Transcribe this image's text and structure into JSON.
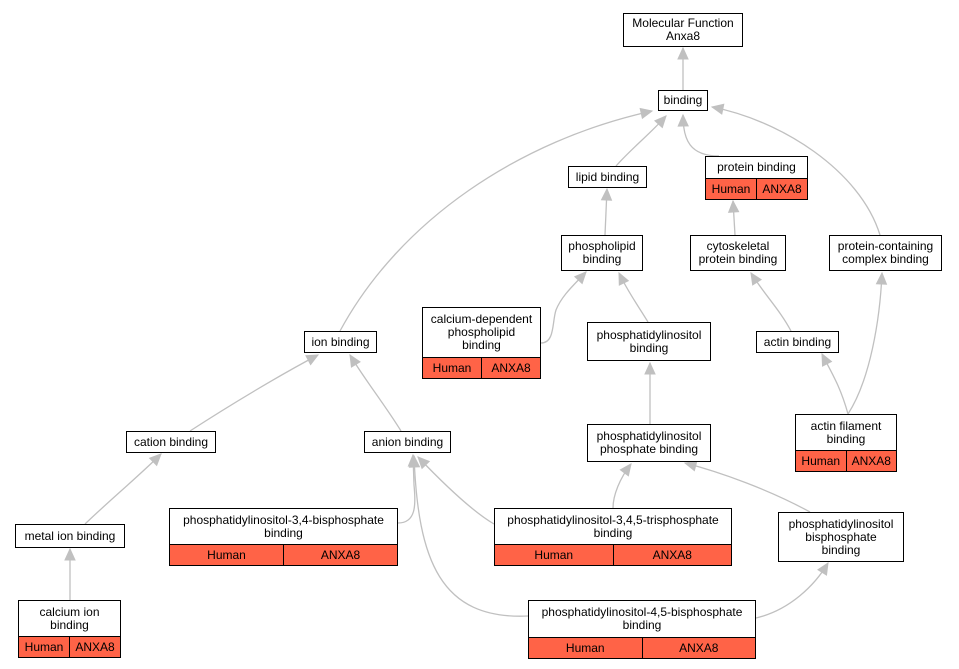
{
  "nodes": {
    "molecular_function": {
      "label": "Molecular Function\nAnxa8"
    },
    "binding": {
      "label": "binding"
    },
    "lipid_binding": {
      "label": "lipid binding"
    },
    "protein_binding": {
      "label": "protein binding",
      "species": "Human",
      "gene": "ANXA8"
    },
    "phospholipid_binding": {
      "label": "phospholipid\nbinding"
    },
    "cytoskeletal_protein_binding": {
      "label": "cytoskeletal\nprotein binding"
    },
    "protein_containing_complex_binding": {
      "label": "protein-containing\ncomplex binding"
    },
    "calcium_dependent_phospholipid_binding": {
      "label": "calcium-dependent\nphospholipid\nbinding",
      "species": "Human",
      "gene": "ANXA8"
    },
    "phosphatidylinositol_binding": {
      "label": "phosphatidylinositol\nbinding"
    },
    "ion_binding": {
      "label": "ion binding"
    },
    "actin_binding": {
      "label": "actin binding"
    },
    "actin_filament_binding": {
      "label": "actin filament\nbinding",
      "species": "Human",
      "gene": "ANXA8"
    },
    "cation_binding": {
      "label": "cation binding"
    },
    "anion_binding": {
      "label": "anion binding"
    },
    "phosphatidylinositol_phosphate_binding": {
      "label": "phosphatidylinositol\nphosphate binding"
    },
    "pi34_bisphosphate_binding": {
      "label": "phosphatidylinositol-3,4-bisphosphate\nbinding",
      "species": "Human",
      "gene": "ANXA8"
    },
    "pi345_trisphosphate_binding": {
      "label": "phosphatidylinositol-3,4,5-trisphosphate\nbinding",
      "species": "Human",
      "gene": "ANXA8"
    },
    "pi_bisphosphate_binding": {
      "label": "phosphatidylinositol\nbisphosphate\nbinding"
    },
    "metal_ion_binding": {
      "label": "metal ion binding"
    },
    "calcium_ion_binding": {
      "label": "calcium ion\nbinding",
      "species": "Human",
      "gene": "ANXA8"
    },
    "pi45_bisphosphate_binding": {
      "label": "phosphatidylinositol-4,5-bisphosphate\nbinding",
      "species": "Human",
      "gene": "ANXA8"
    }
  },
  "colors": {
    "annotation_fill": "#ff6347",
    "edge": "#c0c0c0",
    "border": "#000000"
  }
}
